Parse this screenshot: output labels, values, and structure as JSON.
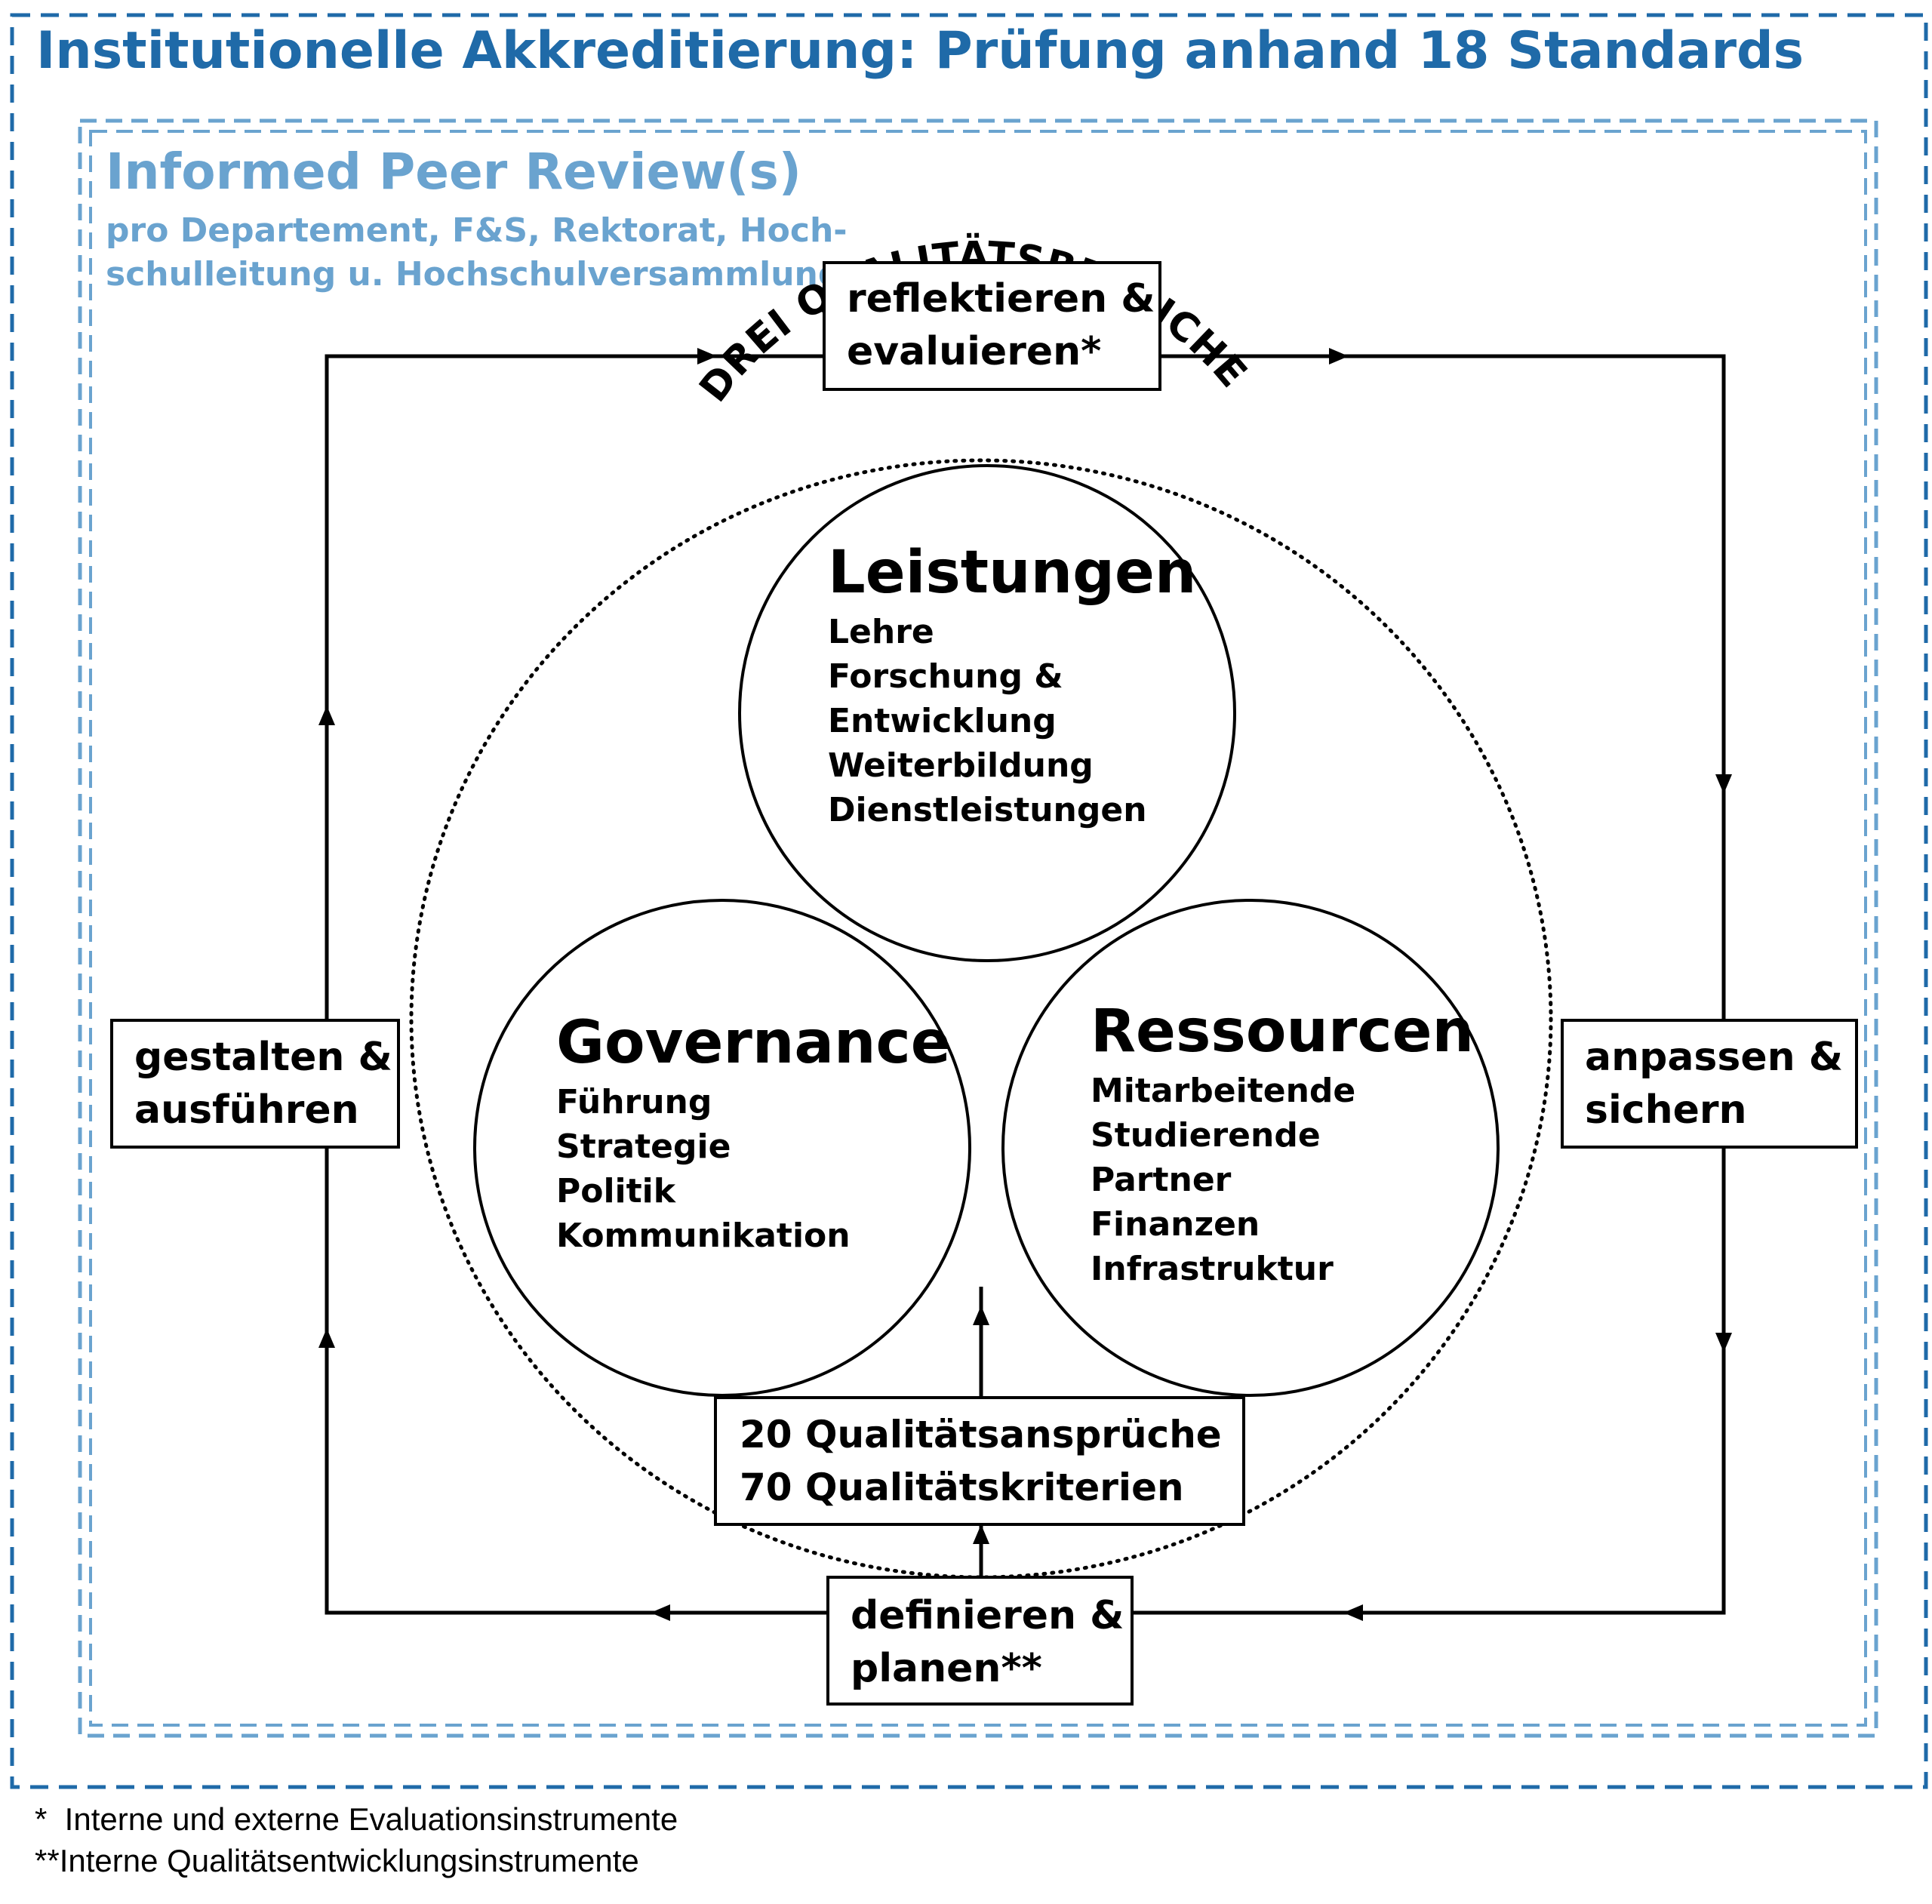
{
  "title": "Institutionelle Akkreditierung: Prüfung anhand 18 Standards",
  "peer_review": {
    "heading": "Informed Peer Review(s)",
    "sub_line1": "pro Departement, F&S, Rektorat, Hoch-",
    "sub_line2": "schulleitung u. Hochschulversammlung"
  },
  "cycle": {
    "top": {
      "line1": "reflektieren &",
      "line2": "evaluieren*"
    },
    "right": {
      "line1": "anpassen &",
      "line2": "sichern"
    },
    "bottom": {
      "line1": "definieren &",
      "line2": "planen**"
    },
    "left": {
      "line1": "gestalten &",
      "line2": "ausführen"
    }
  },
  "ring_label": "DREI QUALITÄTSBEREICHE",
  "areas": {
    "leistungen": {
      "title": "Leistungen",
      "items": [
        "Lehre",
        "Forschung &",
        "Entwicklung",
        "Weiterbildung",
        "Dienstleistungen"
      ]
    },
    "governance": {
      "title": "Governance",
      "items": [
        "Führung",
        "Strategie",
        "Politik",
        "Kommunikation"
      ]
    },
    "ressourcen": {
      "title": "Ressourcen",
      "items": [
        "Mitarbeitende",
        "Studierende",
        "Partner",
        "Finanzen",
        "Infrastruktur"
      ]
    }
  },
  "quality_box": {
    "line1": "20 Qualitätsansprüche",
    "line2": "70 Qualitätskriterien"
  },
  "footnotes": {
    "note1": "*  Interne und externe Evaluationsinstrumente",
    "note2": "**Interne Qualitätsentwicklungsinstrumente"
  },
  "colors": {
    "outer_frame": "#1f6aa8",
    "title": "#1f6aa8",
    "inner_frame": "#6aa3cf",
    "peer_review_text": "#6aa3cf",
    "ink": "#000000"
  }
}
